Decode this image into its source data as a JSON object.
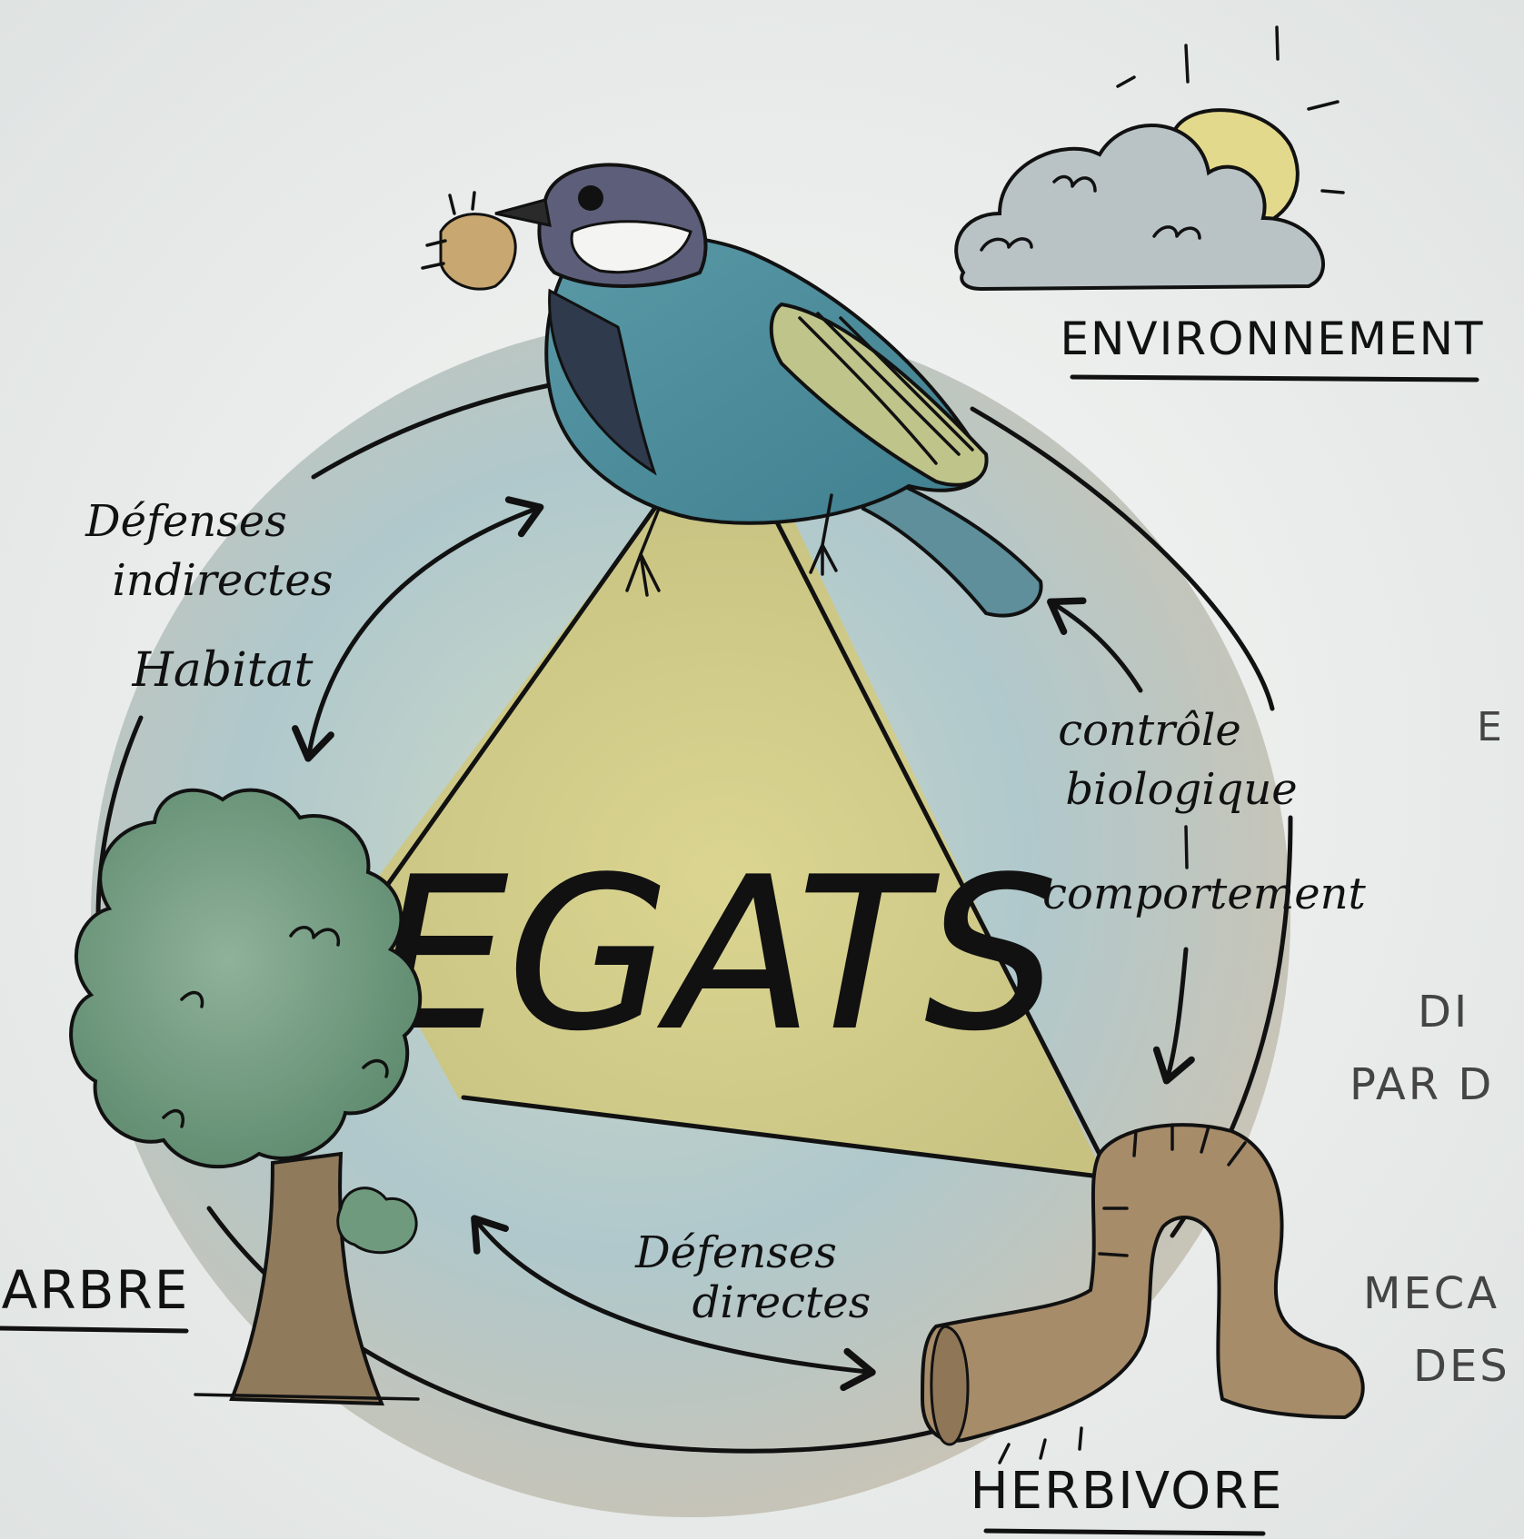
{
  "diagram": {
    "center_label": "DEGATS",
    "nodes": {
      "environment": {
        "label": "ENVIRONNEMENT"
      },
      "tree": {
        "label": "ARBRE"
      },
      "herbivore": {
        "label": "HERBIVORE"
      }
    },
    "relations": {
      "indirect_defenses": {
        "line1": "Défenses",
        "line2": "indirectes",
        "line3": "Habitat"
      },
      "biological_control": {
        "line1": "contrôle",
        "line2": "biologique",
        "line3": "comportement"
      },
      "direct_defenses": {
        "line1": "Défenses",
        "line2": "directes"
      }
    },
    "cropped_side_text": {
      "t1": "E",
      "t2": "DI",
      "t3": "PAR D",
      "t4": "MECA",
      "t5": "DES"
    }
  },
  "colors": {
    "triangle_fill": "#d7cf82",
    "circle_fill": "#a9c4c8",
    "tree_foliage": "#6f9a7e",
    "trunk": "#8f7a5c",
    "bird_body": "#4f8e9c",
    "bird_head": "#5d5f7a",
    "caterpillar": "#a78c6a",
    "sun": "#e3d98c",
    "cloud": "#b9c3c6",
    "ink": "#111111"
  }
}
